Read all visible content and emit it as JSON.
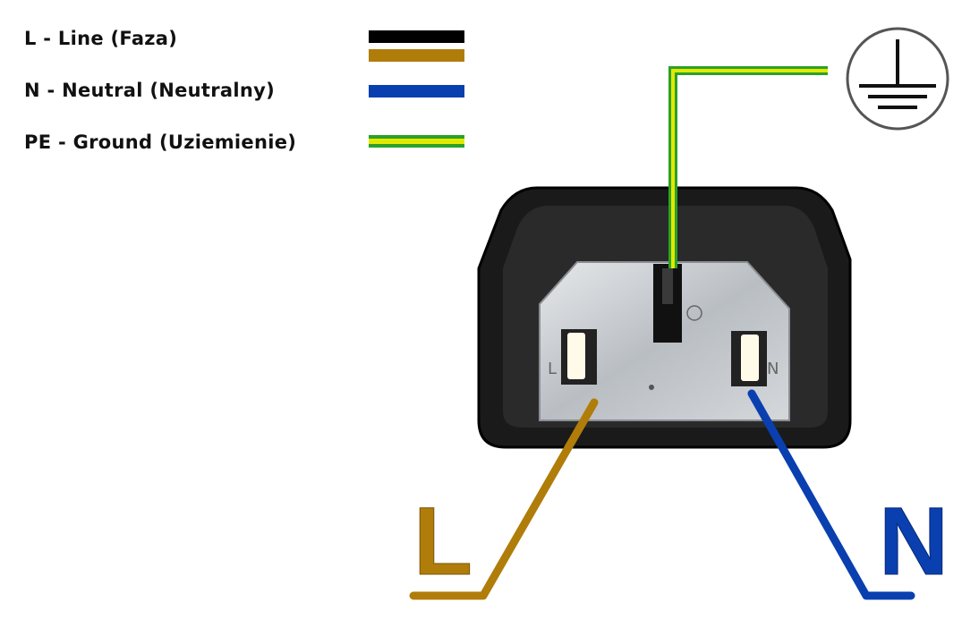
{
  "legend": [
    {
      "label": "L - Line (Faza)",
      "colors": [
        "#000000",
        "#b07d0a"
      ]
    },
    {
      "label": "N - Neutral (Neutralny)",
      "colors": [
        "#0a3fb0"
      ]
    },
    {
      "label": "PE - Ground (Uziemienie)",
      "colors": [
        "#e3e800",
        "#2aa12a"
      ]
    }
  ],
  "pin_labels": {
    "line": "L",
    "neutral": "N"
  },
  "big_labels": {
    "line": "L",
    "neutral": "N"
  },
  "colors": {
    "line": "#b07d0a",
    "neutral": "#0a3fb0",
    "ground_yellow": "#e3e800",
    "ground_green": "#2aa12a",
    "housing": "#1a1a1a",
    "plate": "#c8ccd0"
  },
  "icons": {
    "earth": "protective-earth-icon"
  }
}
